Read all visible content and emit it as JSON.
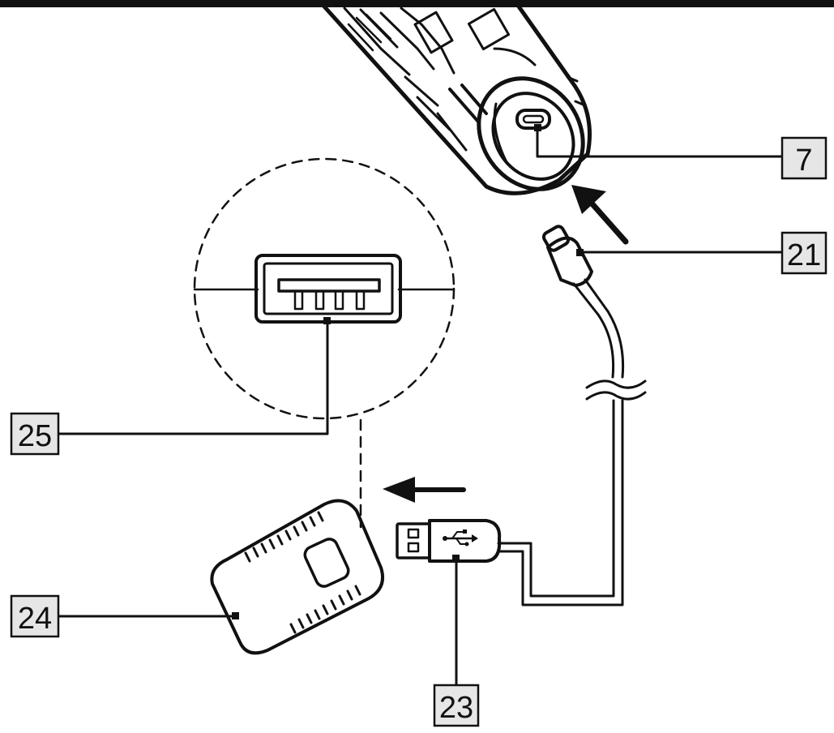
{
  "colors": {
    "ink": "#111111",
    "label_box_fill": "#e6e6e6",
    "background": "#ffffff"
  },
  "callouts": {
    "usb_c_port": "7",
    "usb_c_plug": "21",
    "usb_a_plug": "23",
    "power_adapter": "24",
    "usb_a_socket": "25"
  }
}
